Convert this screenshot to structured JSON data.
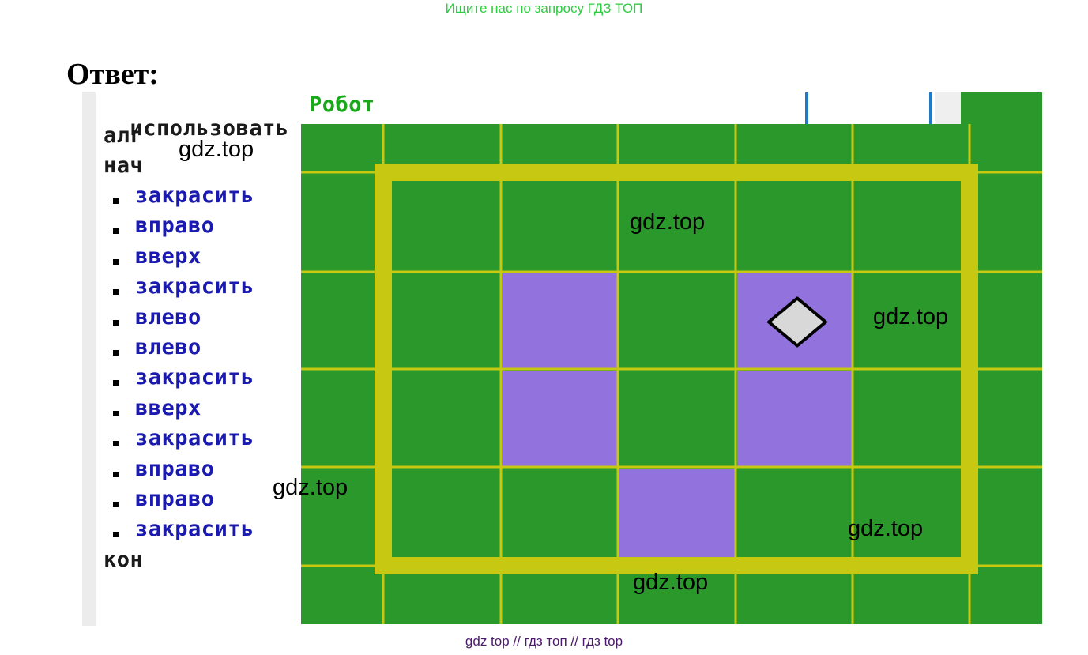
{
  "banner": {
    "text": "Ищите нас по запросу ГДЗ ТОП"
  },
  "heading": {
    "text": "Ответ:"
  },
  "program": {
    "line1_keyword": "использовать",
    "line1_target": "Робот",
    "line2": "алг",
    "line3": "нач",
    "commands": [
      "закрасить",
      "вправо",
      "вверх",
      "закрасить",
      "влево",
      "влево",
      "закрасить",
      "вверх",
      "закрасить",
      "вправо",
      "вправо",
      "закрасить"
    ],
    "end": "кон"
  },
  "field": {
    "colors": {
      "grass": "#2a982a",
      "grid": "#c6c812",
      "wall": "#c6c812",
      "painted": "#9272dc",
      "robot_fill": "#d8d8d8",
      "robot_outline": "#000000"
    },
    "painted_cells": [
      {
        "row": 2,
        "col": 2
      },
      {
        "row": 2,
        "col": 4
      },
      {
        "row": 3,
        "col": 2
      },
      {
        "row": 3,
        "col": 4
      },
      {
        "row": 4,
        "col": 3
      }
    ],
    "robot_cell": {
      "row": 2,
      "col": 4
    }
  },
  "watermarks": [
    "gdz.top",
    "gdz.top",
    "gdz.top",
    "gdz.top",
    "gdz.top",
    "gdz.top"
  ],
  "footer": {
    "text": "gdz top  //  гдз топ  //  гдз top"
  }
}
